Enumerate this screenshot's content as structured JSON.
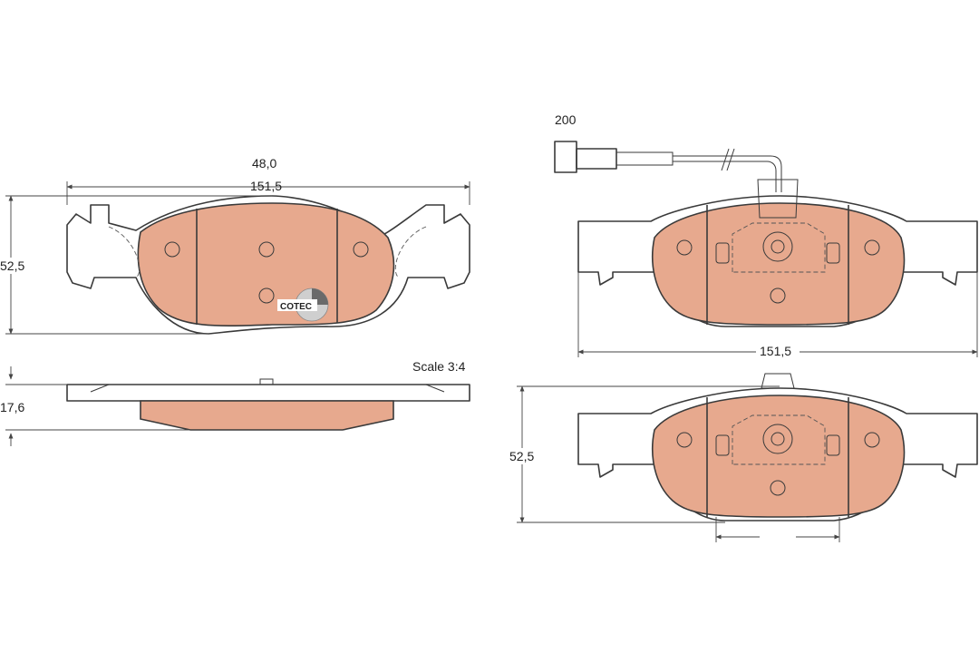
{
  "drawing": {
    "top_left": {
      "thickness_label": "48,0",
      "width_label": "151,5",
      "height_label": "52,5",
      "logo_text": "COTEC"
    },
    "side_view": {
      "thickness_label": "17,6",
      "scale_label": "Scale 3:4"
    },
    "top_right": {
      "wire_length_label": "200",
      "width_label": "151,5"
    },
    "bottom_right": {
      "height_label": "52,5"
    },
    "colors": {
      "friction_material": "#e7a98e",
      "lines": "#3a3a3a"
    }
  }
}
